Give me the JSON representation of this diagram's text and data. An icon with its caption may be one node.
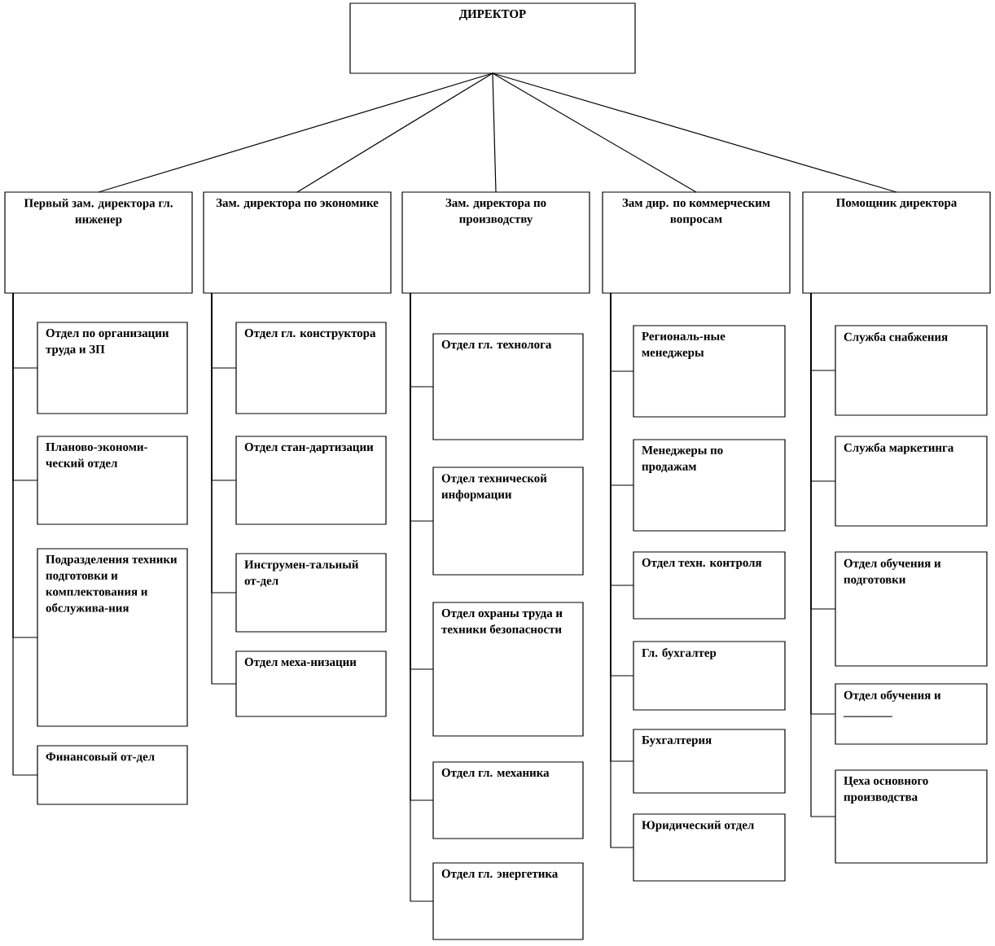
{
  "diagram": {
    "nodes": [
      {
        "text": [
          "ДИРЕКТОР"
        ]
      },
      {
        "text": [
          "Первый зам. директора гл. инженер"
        ]
      },
      {
        "text": [
          "Отдел по организации труда и ЗП"
        ]
      },
      {
        "text": [
          "Планово-экономи-ческий отдел"
        ]
      },
      {
        "text": [
          "Подразделения техники подготовки и комплектования и обслужива-ния"
        ]
      },
      {
        "text": [
          "Финансовый от-дел"
        ]
      },
      {
        "text": [
          "Зам. директора по экономике"
        ]
      },
      {
        "text": [
          "Отдел гл. конструктора"
        ]
      },
      {
        "text": [
          "Отдел стан-дартизации"
        ]
      },
      {
        "text": [
          "Инструмен-тальный от-дел"
        ]
      },
      {
        "text": [
          "Отдел меха-низации"
        ]
      },
      {
        "text": [
          "Зам. директора по производству"
        ]
      },
      {
        "text": [
          "Отдел гл. технолога"
        ]
      },
      {
        "text": [
          "Отдел технической информации"
        ]
      },
      {
        "text": [
          "Отдел охраны труда и техники безопасности"
        ]
      },
      {
        "text": [
          "Отдел гл. механика"
        ]
      },
      {
        "text": [
          "Отдел гл. энергетика"
        ]
      },
      {
        "text": [
          "Зам дир. по коммерческим вопросам"
        ]
      },
      {
        "text": [
          "Региональ-ные менеджеры"
        ]
      },
      {
        "text": [
          "Менеджеры по продажам"
        ]
      },
      {
        "text": [
          "Отдел техн. контроля"
        ]
      },
      {
        "text": [
          "Гл. бухгалтер"
        ]
      },
      {
        "text": [
          "Бухгалтерия"
        ]
      },
      {
        "text": [
          "Юридический отдел"
        ]
      },
      {
        "text": [
          "Помощник директора"
        ]
      },
      {
        "text": [
          "Служба снабжения"
        ]
      },
      {
        "text": [
          "Служба маркетинга"
        ]
      },
      {
        "text": [
          "Отдел обучения и подготовки"
        ]
      },
      {
        "text": [
          "Отдел обучения и ________"
        ]
      },
      {
        "text": [
          "Цеха основного производства"
        ]
      }
    ],
    "edges": [
      {
        "from": 0,
        "to": 1,
        "arrow": "none"
      },
      {
        "from": 0,
        "to": 6,
        "arrow": "none"
      },
      {
        "from": 0,
        "to": 11,
        "arrow": "none"
      },
      {
        "from": 0,
        "to": 17,
        "arrow": "none"
      },
      {
        "from": 0,
        "to": 24,
        "arrow": "none"
      },
      {
        "from": 1,
        "to": 2,
        "arrow": "none"
      },
      {
        "from": 1,
        "to": 3,
        "arrow": "none"
      },
      {
        "from": 1,
        "to": 4,
        "arrow": "none"
      },
      {
        "from": 1,
        "to": 5,
        "arrow": "none"
      },
      {
        "from": 6,
        "to": 7,
        "arrow": "none"
      },
      {
        "from": 6,
        "to": 8,
        "arrow": "none"
      },
      {
        "from": 6,
        "to": 9,
        "arrow": "none"
      },
      {
        "from": 6,
        "to": 10,
        "arrow": "none"
      },
      {
        "from": 11,
        "to": 12,
        "arrow": "none"
      },
      {
        "from": 11,
        "to": 13,
        "arrow": "none"
      },
      {
        "from": 11,
        "to": 14,
        "arrow": "none"
      },
      {
        "from": 11,
        "to": 15,
        "arrow": "none"
      },
      {
        "from": 11,
        "to": 16,
        "arrow": "none"
      },
      {
        "from": 17,
        "to": 18,
        "arrow": "none"
      },
      {
        "from": 17,
        "to": 19,
        "arrow": "none"
      },
      {
        "from": 17,
        "to": 20,
        "arrow": "none"
      },
      {
        "from": 17,
        "to": 21,
        "arrow": "none"
      },
      {
        "from": 17,
        "to": 22,
        "arrow": "none"
      },
      {
        "from": 17,
        "to": 23,
        "arrow": "none"
      },
      {
        "from": 24,
        "to": 25,
        "arrow": "none"
      },
      {
        "from": 24,
        "to": 26,
        "arrow": "none"
      },
      {
        "from": 24,
        "to": 27,
        "arrow": "none"
      },
      {
        "from": 24,
        "to": 28,
        "arrow": "none"
      },
      {
        "from": 24,
        "to": 29,
        "arrow": "none"
      }
    ]
  }
}
